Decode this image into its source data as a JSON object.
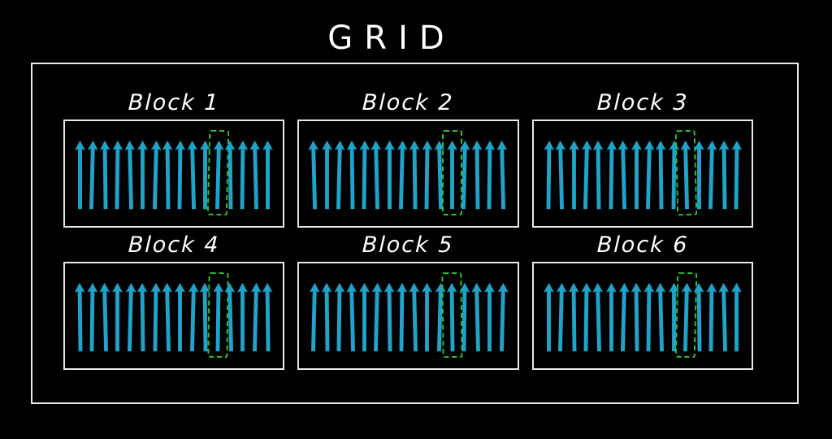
{
  "title": "GRID",
  "diagram": {
    "arrow_direction": "up",
    "arrows_per_block": 16,
    "highlighted_arrow_index": 12
  },
  "blocks": [
    {
      "label": "Block 1",
      "arrow_count": 16,
      "highlighted_arrow_index": 12
    },
    {
      "label": "Block 2",
      "arrow_count": 16,
      "highlighted_arrow_index": 12
    },
    {
      "label": "Block 3",
      "arrow_count": 16,
      "highlighted_arrow_index": 12
    },
    {
      "label": "Block 4",
      "arrow_count": 16,
      "highlighted_arrow_index": 12
    },
    {
      "label": "Block 5",
      "arrow_count": 16,
      "highlighted_arrow_index": 12
    },
    {
      "label": "Block 6",
      "arrow_count": 16,
      "highlighted_arrow_index": 12
    }
  ],
  "colors": {
    "background": "#000000",
    "border": "#e9e9e9",
    "text": "#ffffff",
    "arrow": "#1fa3c9",
    "highlight": "#2fc22f"
  }
}
